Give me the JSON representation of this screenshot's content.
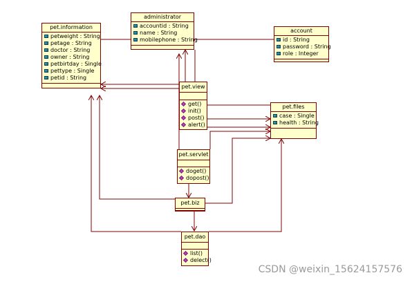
{
  "classes": {
    "pet_information": {
      "name": "pet.information",
      "attributes": [
        "petweight : String",
        "petage : String",
        "doctor : String",
        "owner : String",
        "petbirtday : Single",
        "pettype : Single",
        "petid : String"
      ],
      "operations": []
    },
    "administrator": {
      "name": "administrator",
      "attributes": [
        "accountid : String",
        "name : String",
        "mobilephone : String"
      ],
      "operations": []
    },
    "account": {
      "name": "account",
      "attributes": [
        "id : String",
        "password : String",
        "role : Integer"
      ],
      "operations": []
    },
    "pet_view": {
      "name": "pet.view",
      "attributes": [],
      "operations": [
        "get()",
        "init()",
        "post()",
        "alert()"
      ]
    },
    "pet_files": {
      "name": "pet.files",
      "attributes": [
        "case : Single",
        "health : String"
      ],
      "operations": []
    },
    "pet_servlet": {
      "name": "pet.servlet",
      "attributes": [],
      "operations": [
        "doget()",
        "dopost()"
      ]
    },
    "pet_biz": {
      "name": "pet.biz",
      "attributes": [],
      "operations": []
    },
    "pet_dao": {
      "name": "pet.dao",
      "attributes": [],
      "operations": [
        "list()",
        "delect()"
      ]
    }
  },
  "watermark": "CSDN @weixin_15624157576",
  "colors": {
    "class_fill": "#ffffcc",
    "border": "#800000",
    "line": "#800000",
    "watermark": "#9a9a9a"
  }
}
